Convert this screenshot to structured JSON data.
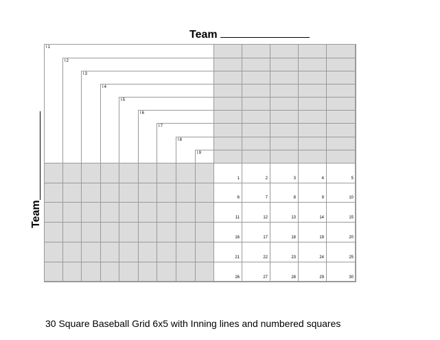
{
  "header": {
    "team_label": "Team"
  },
  "side": {
    "team_label": "Team"
  },
  "innings": [
    {
      "label": "I1"
    },
    {
      "label": "I2"
    },
    {
      "label": "I3"
    },
    {
      "label": "I4"
    },
    {
      "label": "I5"
    },
    {
      "label": "I6"
    },
    {
      "label": "I7"
    },
    {
      "label": "I8"
    },
    {
      "label": "I9"
    }
  ],
  "grid": {
    "rows": 6,
    "cols": 5,
    "numbers": [
      1,
      2,
      3,
      4,
      5,
      6,
      7,
      8,
      9,
      10,
      11,
      12,
      13,
      14,
      15,
      16,
      17,
      18,
      19,
      20,
      21,
      22,
      23,
      24,
      25,
      26,
      27,
      28,
      29,
      30
    ]
  },
  "colors": {
    "gray_fill": "#dcdcdc",
    "line": "#999999"
  },
  "caption": "30 Square Baseball Grid 6x5 with Inning lines and numbered squares"
}
